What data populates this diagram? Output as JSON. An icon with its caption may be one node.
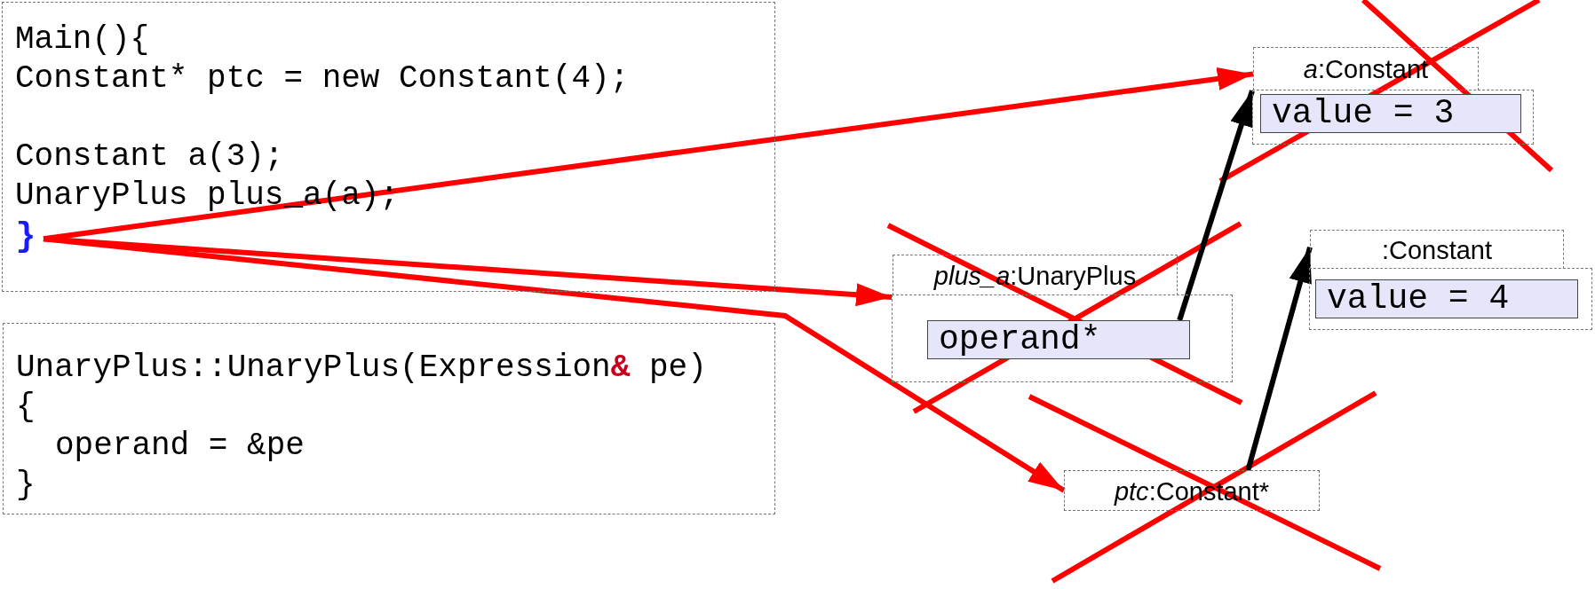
{
  "diagram": {
    "nodes": [
      {
        "text": [
          "Main(){",
          "Constant* ptc = new Constant(4);",
          "Constant a(3);",
          "UnaryPlus plus_a(a);"
        ]
      },
      {
        "text": [
          "}"
        ],
        "in": 0
      },
      {
        "text": [
          "UnaryPlus::UnaryPlus(Expression**&** pe)",
          "{",
          "operand = &pe",
          "}"
        ]
      },
      {
        "text": [
          "*a*:Constant"
        ]
      },
      {
        "text": [
          "value = 3"
        ],
        "in": 3
      },
      {
        "text": [
          "*plus_a*:UnaryPlus"
        ]
      },
      {
        "text": [
          "operand*"
        ],
        "in": 5
      },
      {
        "text": [
          ":Constant"
        ]
      },
      {
        "text": [
          "value = 4"
        ],
        "in": 7
      },
      {
        "text": [
          "*ptc*:Constant*"
        ]
      }
    ],
    "edges": [
      {
        "from": 1,
        "to": 3,
        "arrow": "to"
      },
      {
        "from": 1,
        "to": 5,
        "arrow": "to"
      },
      {
        "from": 1,
        "to": 9,
        "arrow": "to"
      },
      {
        "from": 6,
        "to": 3,
        "arrow": "to",
        "color": "#000000"
      },
      {
        "from": 9,
        "to": 7,
        "arrow": "to",
        "color": "#000000"
      }
    ]
  }
}
